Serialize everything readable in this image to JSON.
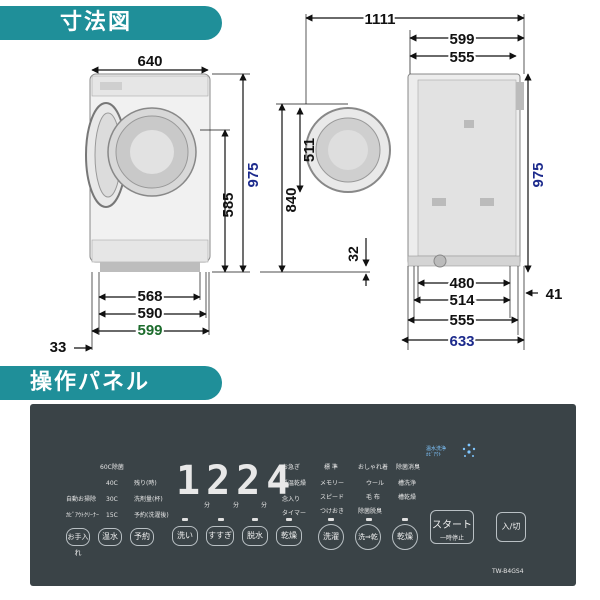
{
  "section_dimensions": {
    "title": "寸法図"
  },
  "dimensions": {
    "front_width_top": "640",
    "front_height": "975",
    "front_door_height": "585",
    "base_width_1": "568",
    "base_width_2": "590",
    "base_width_3": "599",
    "left_offset": "33",
    "door_open_height": "840",
    "door_diameter": "511",
    "overall_depth_with_door": "1111",
    "side_depth_top": "599",
    "side_depth_2": "555",
    "side_height": "975",
    "floor_gap": "32",
    "side_base_1": "480",
    "side_base_2": "514",
    "side_base_3": "555",
    "side_base_4": "633",
    "side_offset": "41"
  },
  "section_panel": {
    "title": "操作パネル"
  },
  "panel": {
    "display": "1224",
    "display_units": [
      "分",
      "分",
      "分"
    ],
    "temps": [
      "60C除菌",
      "40C",
      "30C",
      "15C"
    ],
    "timer_labels": [
      "残り(時)",
      "洗剤量(杯)",
      "予約(洗濯後)"
    ],
    "left_labels": [
      "自動お掃除",
      "ｶﾋﾞｱｳﾄｸﾘｰﾅｰ"
    ],
    "course_labels_1": [
      "お急ぎ",
      "低温乾燥",
      "念入り",
      "タイマー"
    ],
    "course_labels_2": [
      "標 準",
      "メモリー",
      "スピード",
      "つけおき"
    ],
    "course_labels_3": [
      "おしゃれ着",
      "ウール",
      "毛 布",
      "除菌脱臭"
    ],
    "course_labels_4": [
      "除菌消臭",
      "槽洗浄",
      "槽乾燥"
    ],
    "buttons": {
      "auto_clean": "お手入れ",
      "temp": "温水",
      "reserve": "予約",
      "wash": "洗い",
      "rinse": "すすぎ",
      "spin": "脱水",
      "dry": "乾燥",
      "course_wash": "洗濯",
      "course_wash_dry": "洗⇒乾",
      "course_dry": "乾燥",
      "start": "スタート",
      "start_sub": "一時停止",
      "power": "入/切"
    },
    "logo_text": "温水洗浄\nｶﾋﾞｱｳﾄ",
    "model": "TW-B4GS4"
  },
  "colors": {
    "banner": "#1f8f99",
    "dim_blue": "#1c2a8c",
    "dim_green": "#1c6b2c",
    "panel_bg": "#3a4347"
  }
}
